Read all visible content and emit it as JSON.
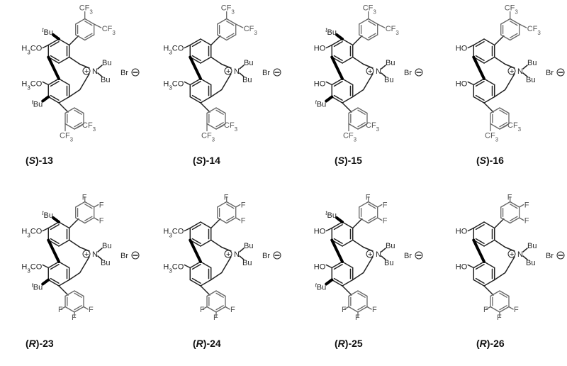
{
  "compounds": [
    {
      "cfg": "S",
      "num": "13",
      "sub": "tBu",
      "oxy": "H3CO",
      "aryl": "CF3",
      "link": "OMe"
    },
    {
      "cfg": "S",
      "num": "14",
      "sub": "",
      "oxy": "H3CO",
      "aryl": "CF3",
      "link": "OMe"
    },
    {
      "cfg": "S",
      "num": "15",
      "sub": "tBu",
      "oxy": "HO",
      "aryl": "CF3",
      "link": "OH"
    },
    {
      "cfg": "S",
      "num": "16",
      "sub": "",
      "oxy": "HO",
      "aryl": "CF3",
      "link": "OH"
    },
    {
      "cfg": "R",
      "num": "23",
      "sub": "tBu",
      "oxy": "H3CO",
      "aryl": "F",
      "link": "OMe"
    },
    {
      "cfg": "R",
      "num": "24",
      "sub": "",
      "oxy": "H3CO",
      "aryl": "F",
      "link": "OMe"
    },
    {
      "cfg": "R",
      "num": "25",
      "sub": "tBu",
      "oxy": "HO",
      "aryl": "F",
      "link": "OH"
    },
    {
      "cfg": "R",
      "num": "26",
      "sub": "",
      "oxy": "HO",
      "aryl": "F",
      "link": "OH"
    }
  ],
  "text": {
    "bu": "Bu",
    "br": "Br",
    "n": "N",
    "cf3": "CF3",
    "f": "F",
    "h3co": "H3CO",
    "ho": "HO",
    "tbu_sup": "t",
    "tbu_base": "Bu"
  }
}
